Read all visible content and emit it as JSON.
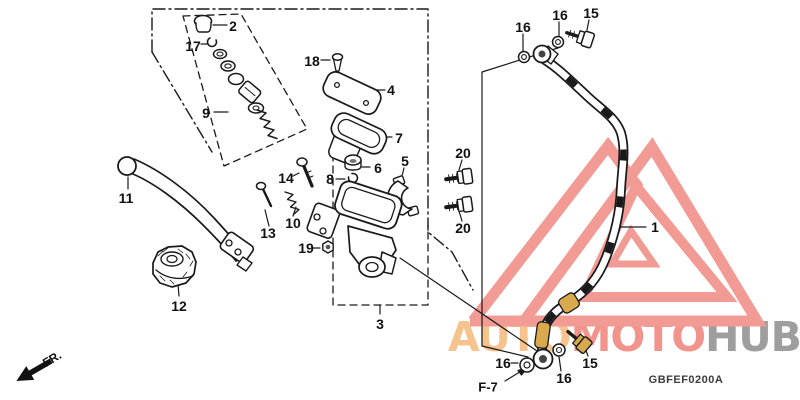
{
  "diagram": {
    "code": "GBFEF0200A",
    "page_ref": "F-7",
    "direction_label": "FR.",
    "callouts": [
      {
        "id": "c2",
        "label": "2"
      },
      {
        "id": "c17",
        "label": "17"
      },
      {
        "id": "c9",
        "label": "9"
      },
      {
        "id": "c18",
        "label": "18"
      },
      {
        "id": "c4",
        "label": "4"
      },
      {
        "id": "c7",
        "label": "7"
      },
      {
        "id": "c6",
        "label": "6"
      },
      {
        "id": "c8",
        "label": "8"
      },
      {
        "id": "c5",
        "label": "5"
      },
      {
        "id": "c14",
        "label": "14"
      },
      {
        "id": "c13",
        "label": "13"
      },
      {
        "id": "c10",
        "label": "10"
      },
      {
        "id": "c19",
        "label": "19"
      },
      {
        "id": "c11",
        "label": "11"
      },
      {
        "id": "c12",
        "label": "12"
      },
      {
        "id": "c3",
        "label": "3"
      },
      {
        "id": "c20a",
        "label": "20"
      },
      {
        "id": "c20b",
        "label": "20"
      },
      {
        "id": "c16a",
        "label": "16"
      },
      {
        "id": "c16b",
        "label": "16"
      },
      {
        "id": "c15a",
        "label": "15"
      },
      {
        "id": "c1",
        "label": "1"
      },
      {
        "id": "c16c",
        "label": "16"
      },
      {
        "id": "c16d",
        "label": "16"
      },
      {
        "id": "c15b",
        "label": "15"
      }
    ]
  },
  "watermark": {
    "segments": [
      {
        "text": "AUTO",
        "color": "#F6C28D"
      },
      {
        "text": "MOTO",
        "color": "#F2938C"
      },
      {
        "text": "HUB",
        "color": "#9E9E9E"
      }
    ],
    "logo_color": "#F29B94"
  },
  "colors": {
    "line": "#1a1a1a",
    "gold_fitting": "#D9A94E",
    "background": "#ffffff"
  }
}
